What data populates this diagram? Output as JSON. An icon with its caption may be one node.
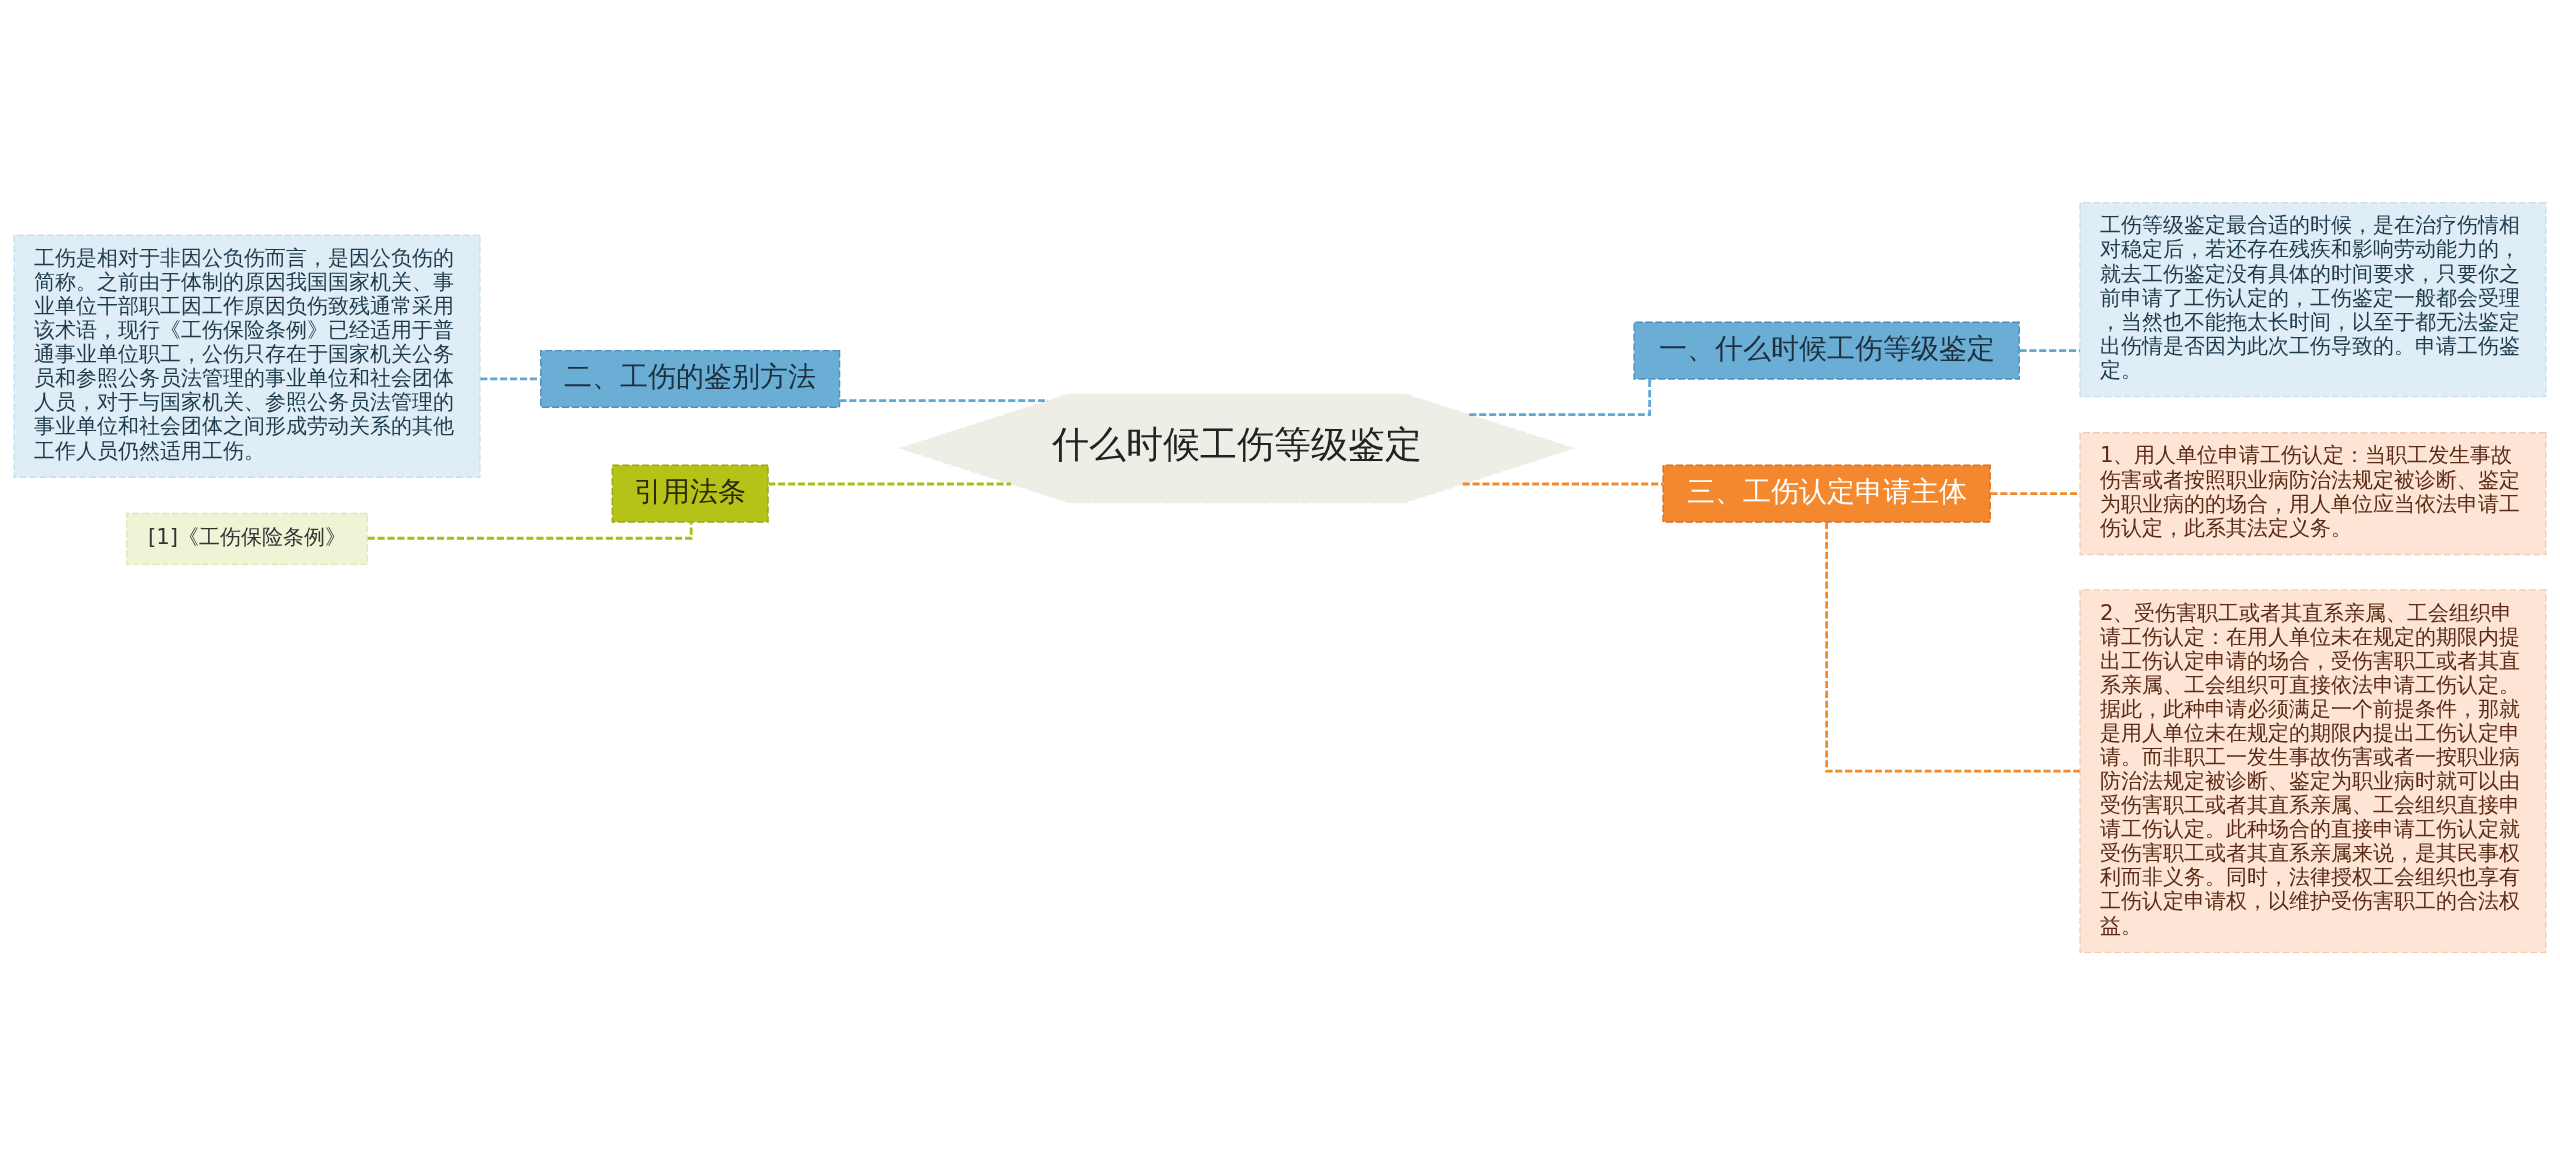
{
  "diagram": {
    "nodes": [
      {
        "text": [
          "什么时候工伤等级鉴定"
        ]
      },
      {
        "text": [
          "一、什么时候工伤等级鉴定"
        ]
      },
      {
        "text": [
          "工伤等级鉴定最合适的时候，是在治疗伤情相对稳定后，若还存在残疾和影响劳动能力的，就去工伤鉴定没有具体的时间要求，只要你之前申请了工伤认定的，工伤鉴定一般都会受理，当然也不能拖太长时间，以至于都无法鉴定出伤情是否因为此次工伤导致的。申请工伤鉴定。"
        ]
      },
      {
        "text": [
          "三、工伤认定申请主体"
        ]
      },
      {
        "text": [
          "1、用人单位申请工伤认定：当职工发生事故伤害或者按照职业病防治法规定被诊断、鉴定为职业病的的场合，用人单位应当依法申请工伤认定，此系其法定义务。"
        ]
      },
      {
        "text": [
          "2、受伤害职工或者其直系亲属、工会组织申请工伤认定：在用人单位未在规定的期限内提出工伤认定申请的场合，受伤害职工或者其直系亲属、工会组织可直接依法申请工伤认定。据此，此种申请必须满足一个前提条件，那就是用人单位未在规定的期限内提出工伤认定申请。而非职工一发生事故伤害或者一按职业病防治法规定被诊断、鉴定为职业病时就可以由受伤害职工或者其直系亲属、工会组织直接申请工伤认定。此种场合的直接申请工伤认定就受伤害职工或者其直系亲属来说，是其民事权利而非义务。同时，法律授权工会组织也享有工伤认定申请权，以维护受伤害职工的合法权益。"
        ]
      },
      {
        "text": [
          "二、工伤的鉴别方法"
        ]
      },
      {
        "text": [
          "工伤是相对于非因公负伤而言，是因公负伤的简称。之前由于体制的原因我国国家机关、事业单位干部职工因工作原因负伤致残通常采用该术语，现行《工伤保险条例》已经适用于普通事业单位职工，公伤只存在于国家机关公务员和参照公务员法管理的事业单位和社会团体人员，对于与国家机关、参照公务员法管理的事业单位和社会团体之间形成劳动关系的其他工作人员仍然适用工伤。"
        ]
      },
      {
        "text": [
          "引用法条"
        ]
      },
      {
        "text": [
          "[1]《工伤保险条例》"
        ]
      }
    ],
    "edges": [
      {
        "from": 0,
        "to": 1,
        "arrow": "none",
        "style": "dashed",
        "color": "#5fa8d3"
      },
      {
        "from": 1,
        "to": 2,
        "arrow": "none",
        "style": "dashed",
        "color": "#5fa8d3"
      },
      {
        "from": 0,
        "to": 3,
        "arrow": "none",
        "style": "dashed",
        "color": "#ef8a2e"
      },
      {
        "from": 3,
        "to": 4,
        "arrow": "none",
        "style": "dashed",
        "color": "#ef8a2e"
      },
      {
        "from": 3,
        "to": 5,
        "arrow": "none",
        "style": "dashed",
        "color": "#ef8a2e"
      },
      {
        "from": 6,
        "to": 0,
        "arrow": "none",
        "style": "dashed",
        "color": "#5fa8d3"
      },
      {
        "from": 7,
        "to": 6,
        "arrow": "none",
        "style": "dashed",
        "color": "#5fa8d3"
      },
      {
        "from": 8,
        "to": 0,
        "arrow": "none",
        "style": "dashed",
        "color": "#a9bd1a"
      },
      {
        "from": 9,
        "to": 8,
        "arrow": "none",
        "style": "dashed",
        "color": "#a9bd1a"
      }
    ]
  }
}
